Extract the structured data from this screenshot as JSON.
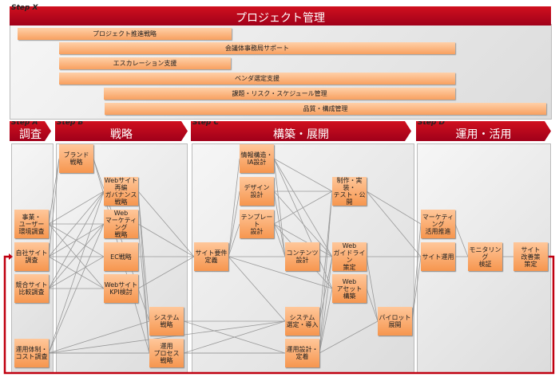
{
  "stepx": {
    "step": "Step X",
    "title": "プロジェクト管理",
    "bars": [
      "プロジェクト推進戦略",
      "会議体事務局サポート",
      "エスカレーション支援",
      "ベンダ選定支援",
      "課題・リスク・スケジュール管理",
      "品質・構成管理"
    ]
  },
  "steps": [
    {
      "step": "Step A",
      "title": "調査"
    },
    {
      "step": "Step B",
      "title": "戦略"
    },
    {
      "step": "Step C",
      "title": "構築・展開"
    },
    {
      "step": "Step D",
      "title": "運用・活用"
    }
  ],
  "nodes": {
    "a1": "事業・\nユーザー\n環境調査",
    "a2": "自社サイト\n調査",
    "a3": "競合サイト\n比較調査",
    "a4": "運用体制・\nコスト調査",
    "b1": "ブランド\n戦略",
    "b2": "Webサイト\n再編\nガバナンス\n戦略",
    "b3": "Web\nマーケティング\n戦略",
    "b4": "EC戦略",
    "b5": "Webサイト\nKPI検討",
    "b6": "システム\n戦略",
    "b7": "運用\nプロセス\n戦略",
    "c1": "サイト要件\n定義",
    "c2": "情報構造・\nIA設計",
    "c3": "デザイン\n設計",
    "c4": "テンプレート\n設計",
    "c5": "コンテンツ\n設計",
    "c6": "制作・実装・\nテスト・公開",
    "c7": "Web\nガイドライン\n策定",
    "c8": "Web\nアセット\n構築",
    "c9": "パイロット\n展開",
    "c10": "システム\n選定・導入",
    "c11": "運用設計・\n定着",
    "d1": "マーケティング\n活用推進",
    "d2": "サイト運用",
    "d3": "モニタリング\n検証",
    "d4": "サイト\n改善策\n策定"
  },
  "edges": [
    [
      "a1",
      "b1"
    ],
    [
      "a1",
      "b2"
    ],
    [
      "a1",
      "b3"
    ],
    [
      "a1",
      "b4"
    ],
    [
      "a1",
      "b5"
    ],
    [
      "a2",
      "b1"
    ],
    [
      "a2",
      "b2"
    ],
    [
      "a2",
      "b3"
    ],
    [
      "a2",
      "b4"
    ],
    [
      "a2",
      "b5"
    ],
    [
      "a3",
      "b2"
    ],
    [
      "a3",
      "b3"
    ],
    [
      "a3",
      "b4"
    ],
    [
      "a3",
      "b5"
    ],
    [
      "a4",
      "b2"
    ],
    [
      "a4",
      "b3"
    ],
    [
      "a4",
      "b6"
    ],
    [
      "a4",
      "b7"
    ],
    [
      "a4",
      "c10"
    ],
    [
      "a4",
      "c11"
    ],
    [
      "b1",
      "b6"
    ],
    [
      "b1",
      "b7"
    ],
    [
      "b2",
      "b6"
    ],
    [
      "b2",
      "b7"
    ],
    [
      "b3",
      "b7"
    ],
    [
      "b2",
      "c1"
    ],
    [
      "b3",
      "c1"
    ],
    [
      "b4",
      "c1"
    ],
    [
      "b5",
      "c1"
    ],
    [
      "b6",
      "c10"
    ],
    [
      "b6",
      "c11"
    ],
    [
      "b7",
      "c10"
    ],
    [
      "b7",
      "c11"
    ],
    [
      "c1",
      "c2"
    ],
    [
      "c1",
      "c3"
    ],
    [
      "c1",
      "c4"
    ],
    [
      "c1",
      "c7"
    ],
    [
      "c1",
      "c8"
    ],
    [
      "c1",
      "c10"
    ],
    [
      "c2",
      "c5"
    ],
    [
      "c2",
      "c6"
    ],
    [
      "c2",
      "c7"
    ],
    [
      "c2",
      "c8"
    ],
    [
      "c3",
      "c5"
    ],
    [
      "c3",
      "c6"
    ],
    [
      "c3",
      "c7"
    ],
    [
      "c4",
      "c5"
    ],
    [
      "c4",
      "c6"
    ],
    [
      "c4",
      "c7"
    ],
    [
      "c4",
      "c8"
    ],
    [
      "c10",
      "c6"
    ],
    [
      "c10",
      "c7"
    ],
    [
      "c11",
      "c6"
    ],
    [
      "c11",
      "c7"
    ],
    [
      "c11",
      "c8"
    ],
    [
      "c11",
      "c9"
    ],
    [
      "c7",
      "c9"
    ],
    [
      "c8",
      "c9"
    ],
    [
      "c6",
      "d1"
    ],
    [
      "c6",
      "d2"
    ],
    [
      "c7",
      "d2"
    ],
    [
      "c9",
      "d1"
    ],
    [
      "c9",
      "d2"
    ],
    [
      "d1",
      "d3"
    ],
    [
      "d2",
      "d3"
    ],
    [
      "d3",
      "d4"
    ]
  ]
}
